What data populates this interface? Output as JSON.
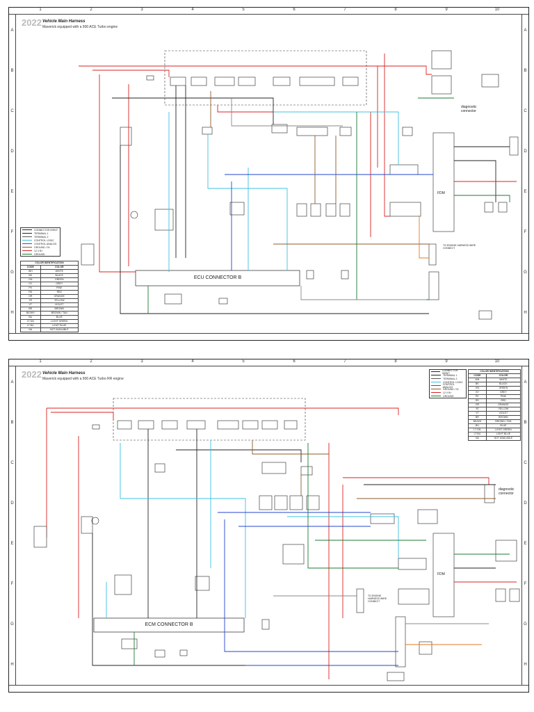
{
  "sheets": [
    {
      "year": "2022",
      "title": "Vehicle Main Harness",
      "subtitle": "Maverick equipped with a 900 ACE Turbo engine",
      "connector_label": "ECU CONNECTOR B",
      "diagnostic_label": "diagnostic connector",
      "fdm_label": "FDM",
      "sheet_note": "TO ENGINE HARNESS WIRE CONNECT"
    },
    {
      "year": "2022",
      "title": "Vehicle Main Harness",
      "subtitle": "Maverick equipped with a 900 ACE Turbo RR engine",
      "connector_label": "ECM CONNECTOR B",
      "diagnostic_label": "diagnostic connector",
      "fdm_label": "FDM",
      "sheet_note": "TO ENGINE HARNESS WIRE CONNECT"
    }
  ],
  "columns": [
    "1",
    "2",
    "3",
    "4",
    "5",
    "6",
    "7",
    "8",
    "9",
    "10"
  ],
  "rows": [
    "A",
    "B",
    "C",
    "D",
    "E",
    "F",
    "G",
    "H"
  ],
  "legend": {
    "items": [
      {
        "label": "CONNECTOR IDENT.",
        "color": "#222222"
      },
      {
        "label": "TERMINAL 1",
        "color": "#222222"
      },
      {
        "label": "TERMINAL 2",
        "color": "#555555"
      },
      {
        "label": "CONTROL LOGIC",
        "color": "#3cc0e0"
      },
      {
        "label": "CONTROL ANALOG",
        "color": "#2255cc"
      },
      {
        "label": "GROUND / 0V",
        "color": "#8b5a2b"
      },
      {
        "label": "12 V B+",
        "color": "#d92020"
      },
      {
        "label": "GROUND",
        "color": "#1a7a30"
      }
    ]
  },
  "color_table": {
    "header": [
      "CODE",
      "COLOR"
    ],
    "title": "COLOR IDENTIFICATION",
    "rows": [
      [
        "WH",
        "WHITE"
      ],
      [
        "BK",
        "BLACK"
      ],
      [
        "GN",
        "GREEN"
      ],
      [
        "GY",
        "GREY"
      ],
      [
        "PK",
        "PINK"
      ],
      [
        "RD",
        "RED"
      ],
      [
        "OR",
        "ORANGE"
      ],
      [
        "YE",
        "YELLOW"
      ],
      [
        "VT",
        "VIOLET"
      ],
      [
        "BR",
        "BROWN"
      ],
      [
        "BK/WH",
        "BROWN / TAN"
      ],
      [
        "BU",
        "BLUE"
      ],
      [
        "LT GN",
        "LIGHT GREEN"
      ],
      [
        "LT BU",
        "LIGHT BLUE"
      ],
      [
        "NA",
        "NOT AVAILABLE"
      ]
    ]
  },
  "wire_colors": {
    "red": "#d92020",
    "black": "#222222",
    "cyan": "#3cc0e0",
    "blue": "#2244cc",
    "brown": "#8b5a2b",
    "green": "#1a7a30",
    "grey": "#888888",
    "orange": "#e07820"
  }
}
